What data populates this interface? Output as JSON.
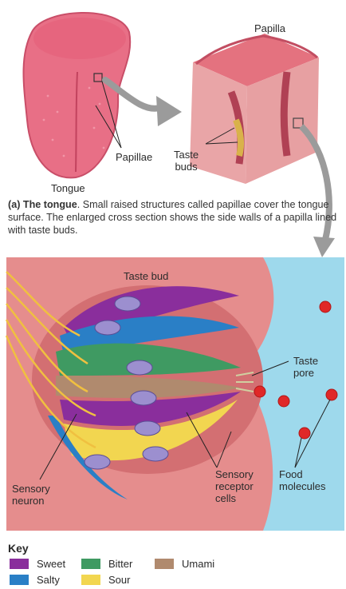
{
  "labels": {
    "papilla_top": "Papilla",
    "papillae": "Papillae",
    "taste_buds": "Taste\nbuds",
    "tongue": "Tongue",
    "taste_bud": "Taste bud",
    "taste_pore": "Taste\npore",
    "sensory_receptor_cells": "Sensory\nreceptor\ncells",
    "food_molecules": "Food\nmolecules",
    "sensory_neuron": "Sensory\nneuron"
  },
  "caption": {
    "lead": "(a) The tongue",
    "text": ". Small raised structures called papillae cover the tongue surface. The enlarged cross section shows the side walls of a papilla lined with taste buds."
  },
  "key": {
    "title": "Key",
    "items": [
      {
        "label": "Sweet",
        "color": "#8a2e9c"
      },
      {
        "label": "Bitter",
        "color": "#3f9a62"
      },
      {
        "label": "Umami",
        "color": "#b08a6e"
      },
      {
        "label": "Salty",
        "color": "#2a7fc6"
      },
      {
        "label": "Sour",
        "color": "#f2d650"
      }
    ]
  }
}
